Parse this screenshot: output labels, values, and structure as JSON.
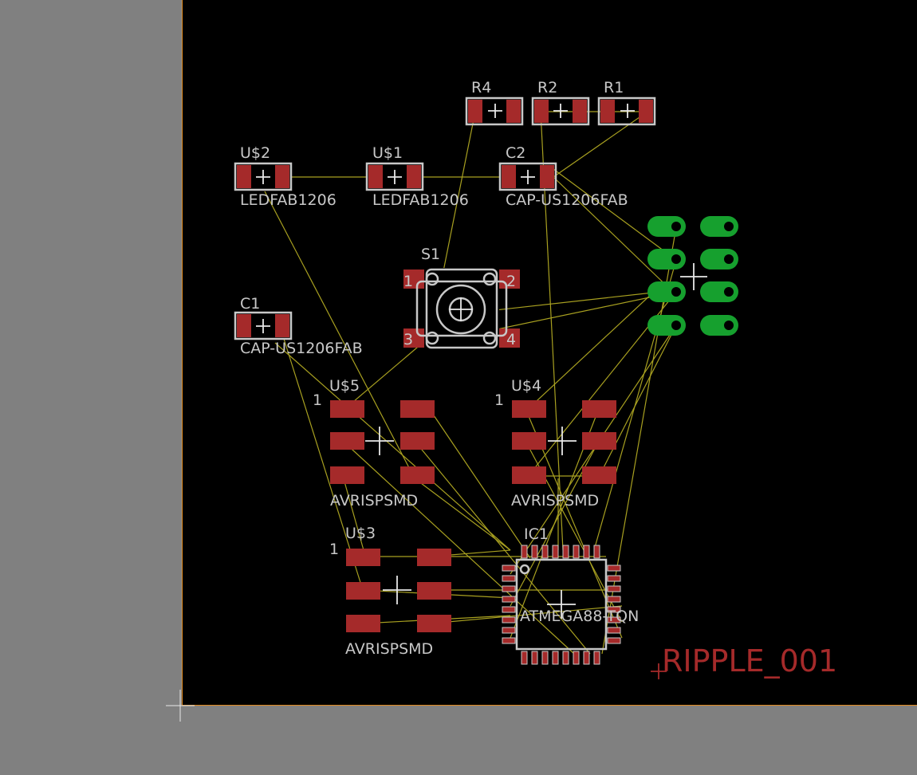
{
  "board_name": "RIPPLE_001",
  "colors": {
    "background": "#000000",
    "outside": "#808080",
    "board_outline": "#e08a1e",
    "pad": "#a52a2a",
    "header_pad": "#16a02e",
    "silkscreen": "#c8c8c8",
    "airwire": "#a8a020"
  },
  "components": {
    "r4": {
      "name": "R4"
    },
    "r2": {
      "name": "R2"
    },
    "r1": {
      "name": "R1"
    },
    "u2": {
      "name": "U$2",
      "value": "LEDFAB1206"
    },
    "u1": {
      "name": "U$1",
      "value": "LEDFAB1206"
    },
    "c2": {
      "name": "C2",
      "value": "CAP-US1206FAB"
    },
    "c1": {
      "name": "C1",
      "value": "CAP-US1206FAB"
    },
    "s1": {
      "name": "S1",
      "pins": [
        "1",
        "2",
        "3",
        "4"
      ]
    },
    "u5": {
      "name": "U$5",
      "value": "AVRISPSMD",
      "pin1": "1"
    },
    "u4": {
      "name": "U$4",
      "value": "AVRISPSMD",
      "pin1": "1"
    },
    "u3": {
      "name": "U$3",
      "value": "AVRISPSMD",
      "pin1": "1"
    },
    "ic1": {
      "name": "IC1",
      "value": "ATMEGA88-TQN"
    }
  }
}
